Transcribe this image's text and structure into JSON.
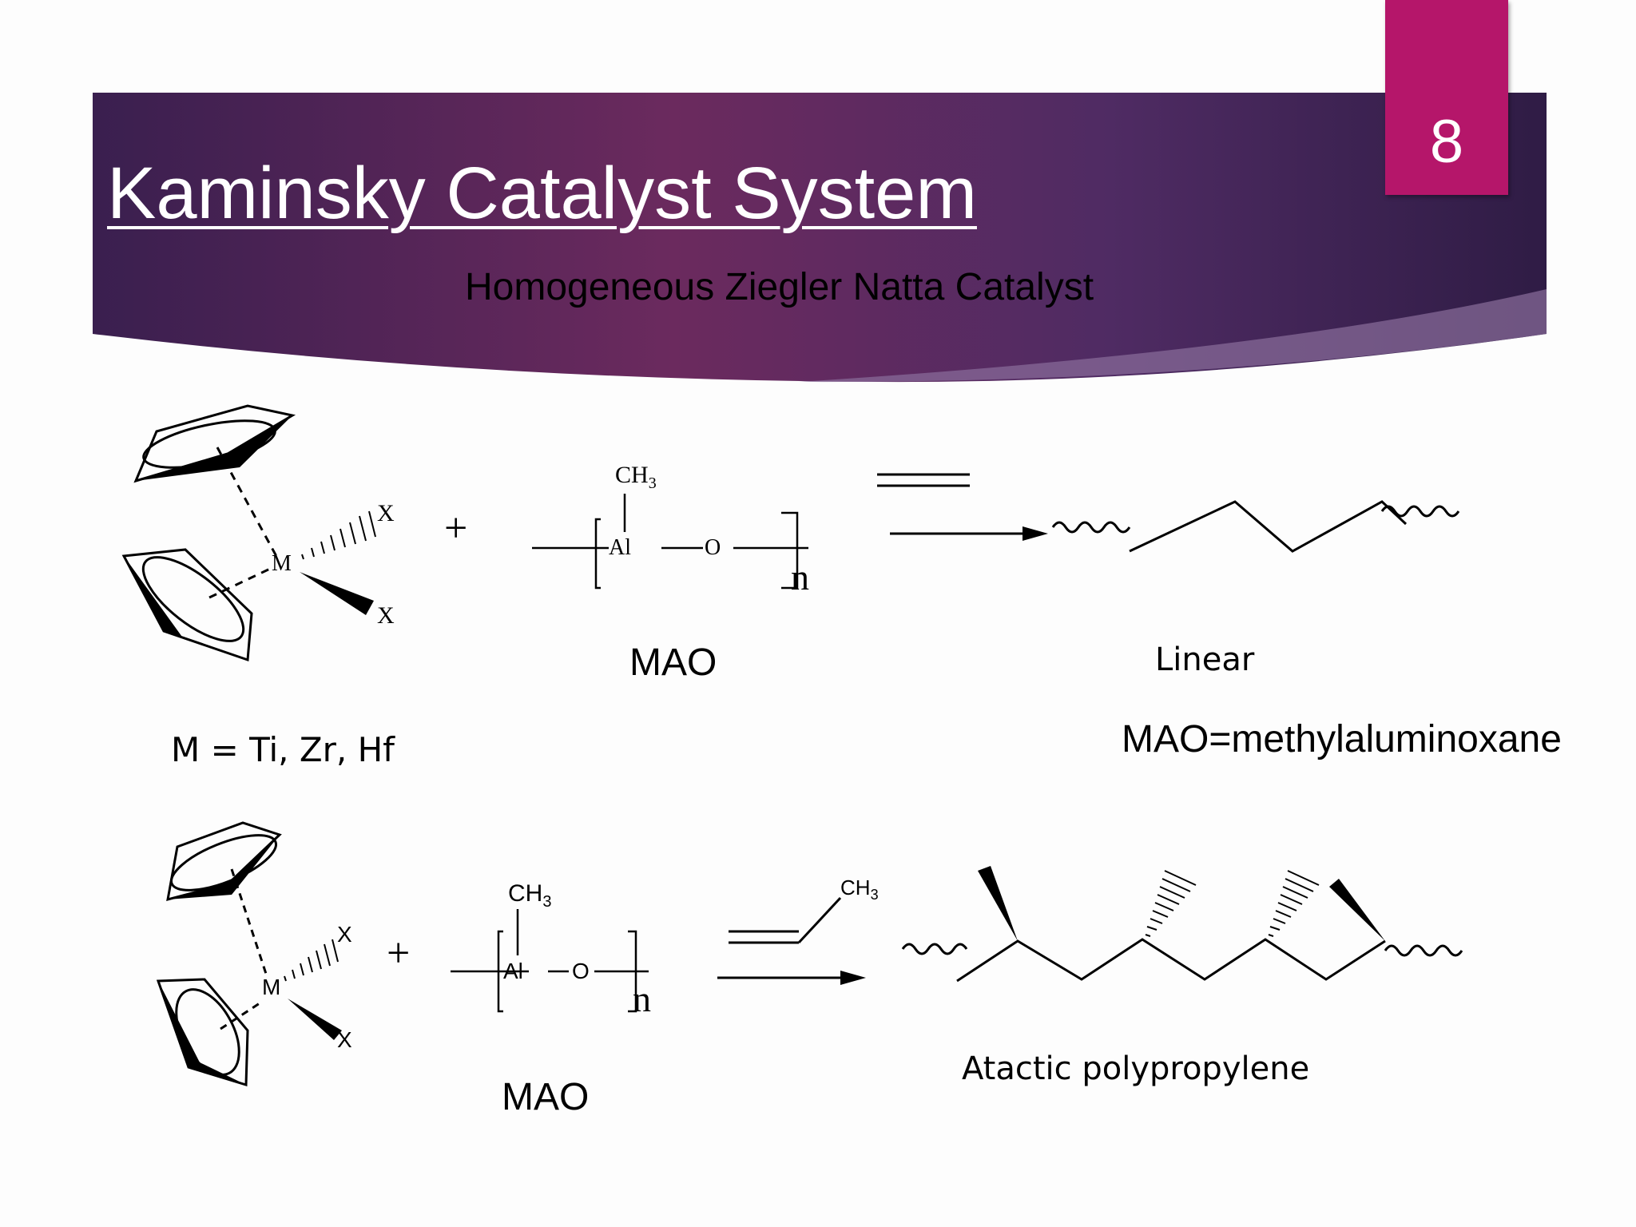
{
  "slide": {
    "title": "Kaminsky Catalyst System",
    "subtitle": "Homogeneous Ziegler Natta Catalyst",
    "page_number": "8",
    "colors": {
      "banner_start": "#3a1f4f",
      "banner_mid": "#6b2a5e",
      "banner_end": "#2f1c45",
      "badge": "#b5166a"
    }
  },
  "scheme1": {
    "metal_symbol": "M",
    "ligand_x_top": "X",
    "ligand_x_bottom": "X",
    "plus": "+",
    "mao_methyl": "CH",
    "mao_methyl_sub": "3",
    "mao_al": "Al",
    "mao_o": "O",
    "mao_n": "n",
    "mao_label": "MAO",
    "product_label": "Linear",
    "metal_note": "M = Ti, Zr, Hf",
    "mao_definition": "MAO=methylaluminoxane"
  },
  "scheme2": {
    "metal_symbol": "M",
    "ligand_x_top": "X",
    "ligand_x_bottom": "X",
    "plus": "+",
    "mao_methyl": "CH",
    "mao_methyl_sub": "3",
    "mao_al": "Al",
    "mao_o": "O",
    "mao_n": "n",
    "mao_label": "MAO",
    "propylene_methyl": "CH",
    "propylene_methyl_sub": "3",
    "product_label": "Atactic polypropylene"
  }
}
